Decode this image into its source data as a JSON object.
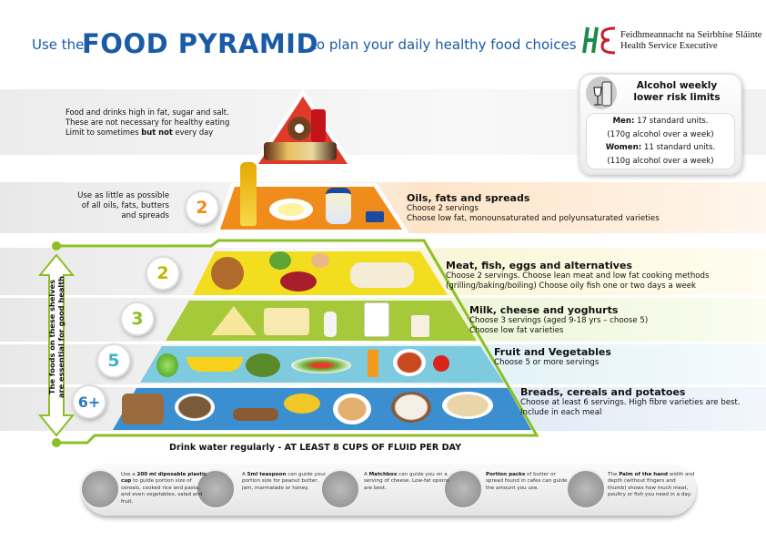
{
  "header": {
    "prefix": "Use the",
    "title": "FOOD PYRAMID",
    "suffix": "to plan your daily healthy food choices"
  },
  "logo": {
    "irish": "Feidhmeannacht na Seirbhíse Sláinte",
    "english": "Health Service Executive",
    "mark": "HSE"
  },
  "alcohol": {
    "title_line1": "Alcohol weekly",
    "title_line2": "lower risk limits",
    "men_label": "Men:",
    "men_value": "17 standard units.",
    "men_detail": "(170g alcohol over a week)",
    "women_label": "Women:",
    "women_value": "11 standard units.",
    "women_detail": "(110g alcohol over a week)"
  },
  "top_shelf": {
    "line1": "Food and drinks high in fat, sugar and salt.",
    "line2": "These are not necessary for healthy eating",
    "line3_pre": "Limit to sometimes ",
    "line3_bold": "but not",
    "line3_post": " every day"
  },
  "oils": {
    "left1": "Use as little as possible",
    "left2": "of all oils, fats, butters",
    "left3": "and spreads",
    "servings": "2",
    "title": "Oils, fats and spreads",
    "line1": "Choose 2 servings",
    "line2": "Choose low fat, monounsaturated and polyunsaturated varieties"
  },
  "shelves": [
    {
      "servings": "2",
      "title": "Meat, fish, eggs and alternatives",
      "line1": "Choose 2 servings. Choose lean meat and low fat cooking methods",
      "line2": "(grilling/baking/boiling) Choose oily fish one or two days a week",
      "color": "#f2de1f"
    },
    {
      "servings": "3",
      "title": "Milk, cheese and yoghurts",
      "line1": "Choose 3 servings (aged 9-18 yrs – choose 5)",
      "line2": "Choose low fat varieties",
      "color": "#a6c93a"
    },
    {
      "servings": "5",
      "title": "Fruit and Vegetables",
      "line1": "Choose 5 or more servings",
      "line2": "",
      "color": "#7ecbe0"
    },
    {
      "servings": "6+",
      "title": "Breads, cereals and potatoes",
      "line1": "Choose at least 6 servings. High fibre varieties are best.",
      "line2": "Include in each meal",
      "color": "#3b8fd0"
    }
  ],
  "arrow_label": {
    "line1": "The foods on these shelves",
    "line2": "are essential for good health"
  },
  "water": "Drink water regularly - AT LEAST 8 CUPS OF FLUID PER DAY",
  "guides": [
    {
      "pre": "Use a ",
      "bold": "200 ml diposable plastic cup",
      "post": " to guide portion size of cereals, cooked rice and pasta, and even vegetables, salad and fruit."
    },
    {
      "pre": "A ",
      "bold": "5ml teaspoon",
      "post": " can guide your portion size for peanut butter, jam, marmalade or honey."
    },
    {
      "pre": "A ",
      "bold": "Matchbox",
      "post": " can guide you on a serving of cheese. Low-fat opions are best."
    },
    {
      "pre": "",
      "bold": "Portion packs",
      "post": " of butter or spread found in cafes can guide the amount you use."
    },
    {
      "pre": "The ",
      "bold": "Palm of the hand",
      "post": " width and depth (without fingers and thumb) shows how much meat, poultry or fish you need in a day."
    }
  ]
}
